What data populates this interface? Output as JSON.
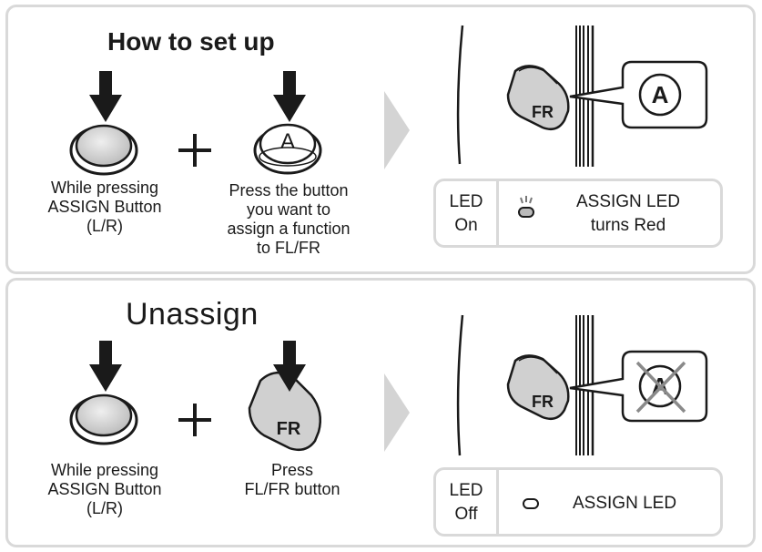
{
  "setup": {
    "title": "How to set up",
    "step1_caption": [
      "While pressing",
      "ASSIGN Button",
      "(L/R)"
    ],
    "step2_caption": [
      "Press the button",
      "you want to",
      "assign a function",
      "to FL/FR"
    ],
    "press_button_letter": "A",
    "fr_label": "FR",
    "callout_letter": "A",
    "led_state": [
      "LED",
      "On"
    ],
    "led_desc": [
      "ASSIGN LED",
      "turns Red"
    ]
  },
  "unassign": {
    "title": "Unassign",
    "step1_caption": [
      "While pressing",
      "ASSIGN Button",
      "(L/R)"
    ],
    "step2_caption": [
      "Press",
      "FL/FR button"
    ],
    "press_button_letter": "FR",
    "fr_label": "FR",
    "callout_letter": "A",
    "led_state": [
      "LED",
      "Off"
    ],
    "led_desc": [
      "ASSIGN LED"
    ]
  },
  "colors": {
    "panel_border": "#d9d9d9",
    "arrow": "#1a1a1a",
    "button_fill": "#d8d8d8",
    "chevron": "#d4d4d4",
    "cross": "#8a8a8a"
  },
  "icons": {
    "press_arrow": "down-arrow-icon",
    "plus": "plus-icon",
    "step_arrow": "chevron-right-icon",
    "led_on": "led-lit-icon",
    "led_off": "led-unlit-icon",
    "cross": "cross-out-icon"
  }
}
